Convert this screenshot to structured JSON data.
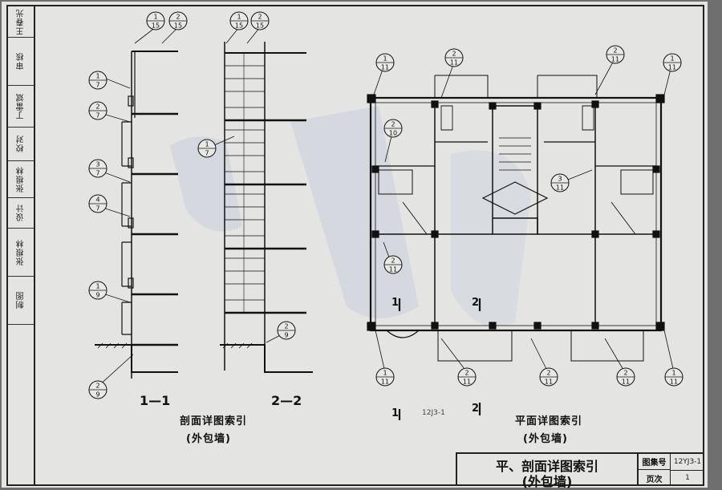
{
  "side_panel": [
    {
      "label": "王春光",
      "h": 38
    },
    {
      "label": "审核",
      "h": 60
    },
    {
      "label": "丁雷斌",
      "h": 52
    },
    {
      "label": "校对",
      "h": 42
    },
    {
      "label": "张根林",
      "h": 46
    },
    {
      "label": "设计",
      "h": 38
    },
    {
      "label": "张根林",
      "h": 60
    },
    {
      "label": "制图",
      "h": 60
    }
  ],
  "section_1": {
    "label": "1—1",
    "caption_line1": "剖面详图索引",
    "caption_line2": "(外包墙)"
  },
  "section_2": {
    "label": "2—2"
  },
  "plan": {
    "caption_line1": "平面详图索引",
    "caption_line2": "(外包墙)",
    "cut_1": "1",
    "cut_2": "2",
    "atlas_text": "12J3-1"
  },
  "title_block": {
    "title_line1": "平、剖面详图索引",
    "title_line2": "(外包墙)",
    "atlas_no_label": "图集号",
    "atlas_no": "12YJ3-1",
    "page_label": "页次",
    "page": "1"
  },
  "callouts": {
    "s1": [
      {
        "top": "1",
        "bottom": "15"
      },
      {
        "top": "2",
        "bottom": "15"
      },
      {
        "top": "1",
        "bottom": "7"
      },
      {
        "top": "2",
        "bottom": "7"
      },
      {
        "top": "3",
        "bottom": "7"
      },
      {
        "top": "4",
        "bottom": "7"
      },
      {
        "top": "1",
        "bottom": "9"
      },
      {
        "top": "2",
        "bottom": "9"
      }
    ],
    "s2": [
      {
        "top": "1",
        "bottom": "15"
      },
      {
        "top": "2",
        "bottom": "15"
      },
      {
        "top": "1",
        "bottom": "7"
      },
      {
        "top": "2",
        "bottom": "9"
      }
    ],
    "plan": [
      {
        "top": "1",
        "bottom": "11"
      },
      {
        "top": "2",
        "bottom": "11"
      },
      {
        "top": "2",
        "bottom": "11"
      },
      {
        "top": "1",
        "bottom": "11"
      },
      {
        "top": "2",
        "bottom": "10"
      },
      {
        "top": "3",
        "bottom": "11"
      },
      {
        "top": "2",
        "bottom": "11"
      },
      {
        "top": "1",
        "bottom": "11"
      },
      {
        "top": "2",
        "bottom": "11"
      },
      {
        "top": "2",
        "bottom": "11"
      },
      {
        "top": "2",
        "bottom": "11"
      },
      {
        "top": "1",
        "bottom": "11"
      }
    ]
  }
}
